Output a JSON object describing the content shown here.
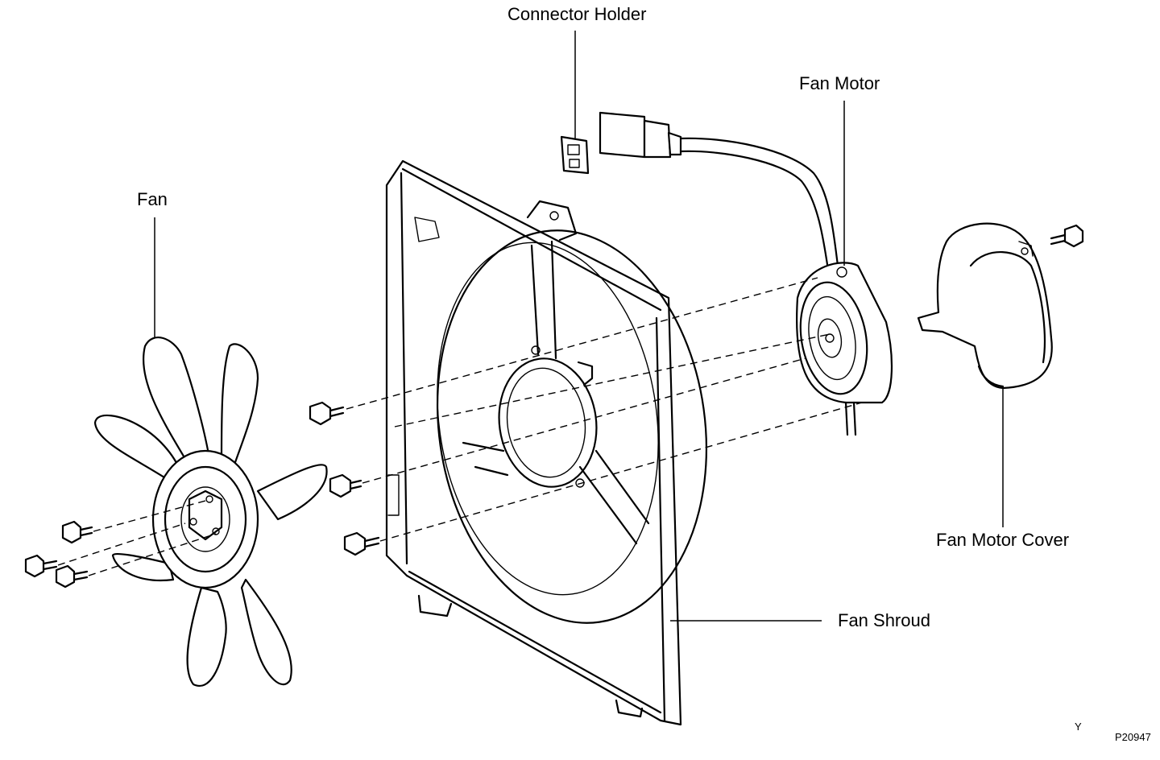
{
  "labels": {
    "connector_holder": "Connector Holder",
    "fan_motor": "Fan Motor",
    "fan": "Fan",
    "fan_motor_cover": "Fan Motor Cover",
    "fan_shroud": "Fan Shroud",
    "corner_mark": "Y",
    "figure_code": "P20947"
  }
}
